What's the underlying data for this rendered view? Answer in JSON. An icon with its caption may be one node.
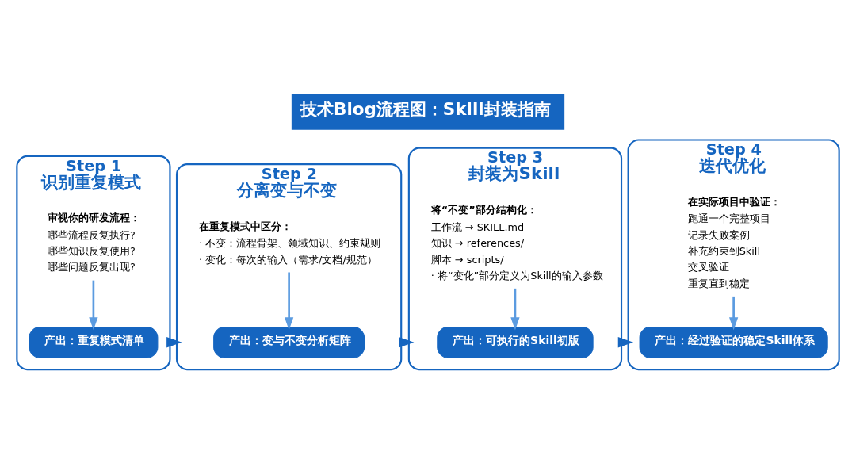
{
  "diagram": {
    "title": "技术Blog流程图：Skill封装指南",
    "nodes": [
      {
        "text": [
          "Step 1",
          "识别重复模式"
        ]
      },
      {
        "text": [
          "审视你的研发流程：",
          "哪些流程反复执行?",
          "哪些知识反复使用?",
          "哪些问题反复出现?"
        ],
        "in": 0
      },
      {
        "text": [
          "产出：重复模式清单"
        ],
        "in": 0
      },
      {
        "text": [
          "Step 2",
          "分离变与不变"
        ]
      },
      {
        "text": [
          "在重复模式中区分：",
          "· 不变：流程骨架、领域知识、约束规则",
          "· 变化：每次的输入（需求/文档/规范）"
        ],
        "in": 3
      },
      {
        "text": [
          "产出：变与不变分析矩阵"
        ],
        "in": 3
      },
      {
        "text": [
          "Step 3",
          "封装为Skill"
        ]
      },
      {
        "text": [
          "将“不变”部分结构化：",
          "工作流 → SKILL.md",
          "知识 → references/",
          "脚本 → scripts/",
          "· 将“变化”部分定义为Skill的输入参数"
        ],
        "in": 6
      },
      {
        "text": [
          "产出：可执行的Skill初版"
        ],
        "in": 6
      },
      {
        "text": [
          "Step 4",
          "迭代优化"
        ]
      },
      {
        "text": [
          "在实际项目中验证：",
          "跑通一个完整项目",
          "记录失败案例",
          "补充约束到Skill",
          "交叉验证",
          "重复直到稳定"
        ],
        "in": 9
      },
      {
        "text": [
          "产出：经过验证的稳定Skill体系"
        ],
        "in": 9
      }
    ],
    "edges": [
      {
        "from": 1,
        "to": 2,
        "arrow": "to"
      },
      {
        "from": 0,
        "to": 3,
        "arrow": "to"
      },
      {
        "from": 4,
        "to": 5,
        "arrow": "to"
      },
      {
        "from": 3,
        "to": 6,
        "arrow": "to"
      },
      {
        "from": 7,
        "to": 8,
        "arrow": "to"
      },
      {
        "from": 6,
        "to": 9,
        "arrow": "to"
      },
      {
        "from": 10,
        "to": 11,
        "arrow": "to"
      }
    ]
  }
}
